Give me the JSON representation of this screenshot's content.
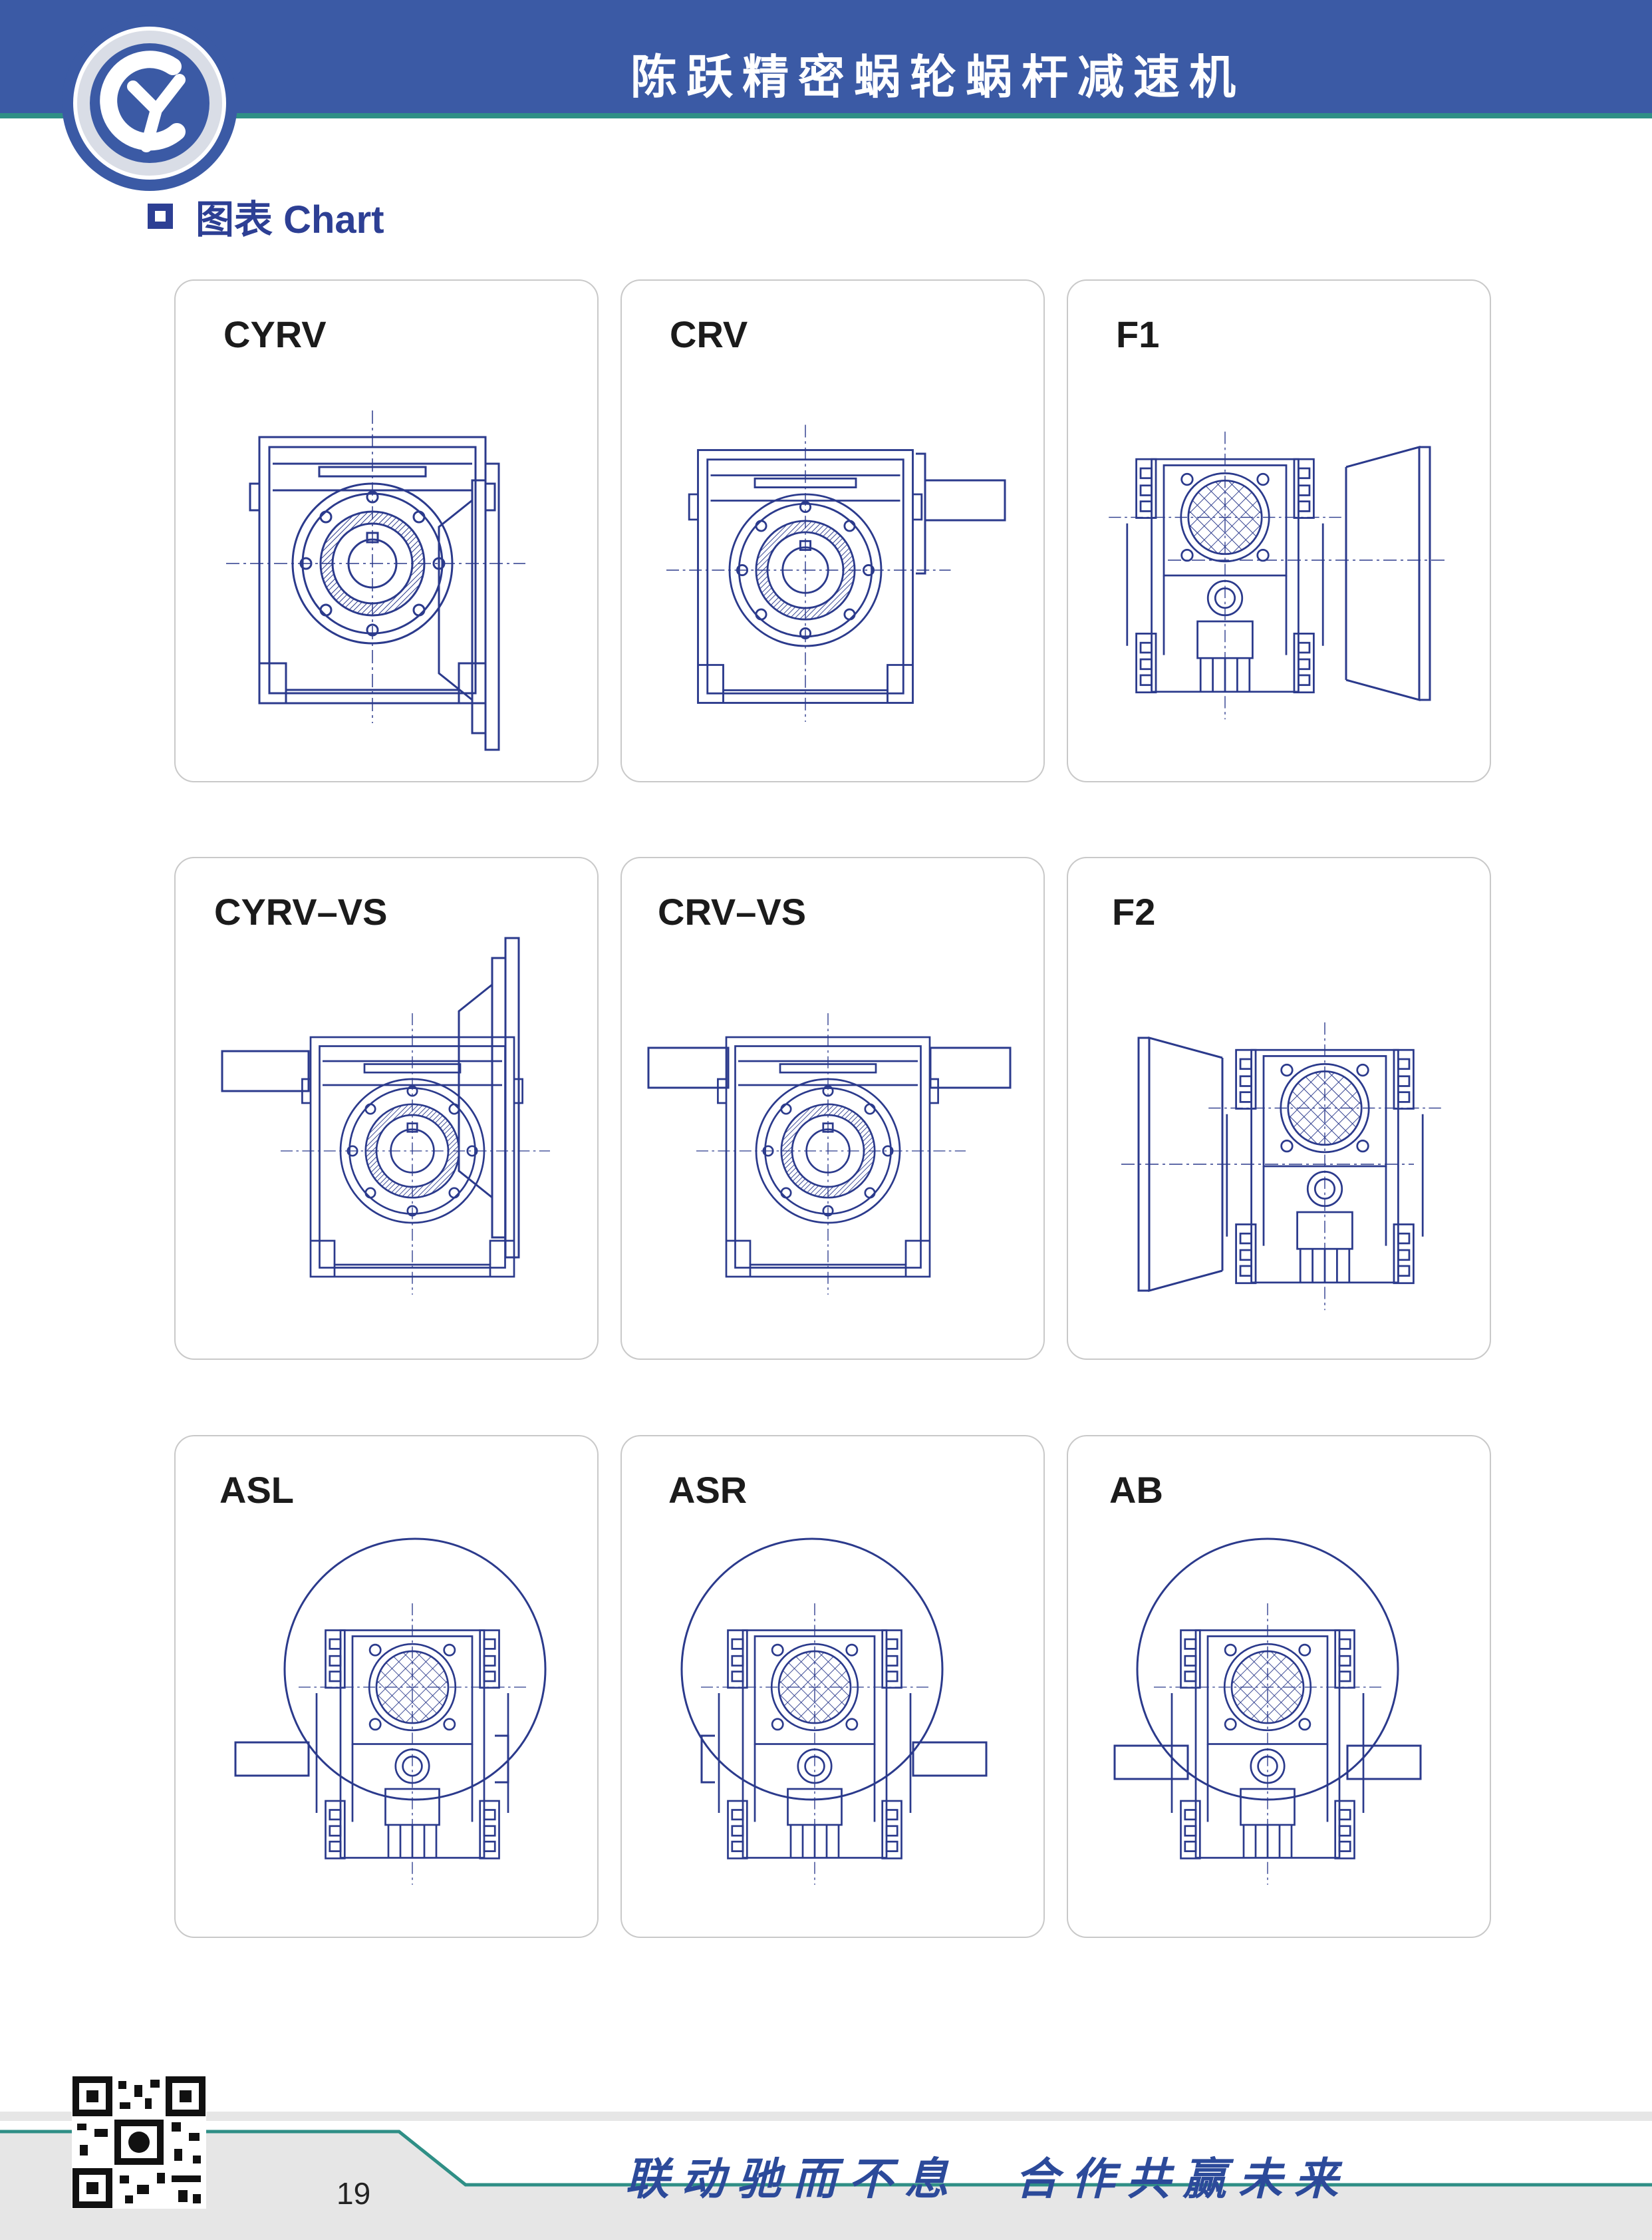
{
  "header": {
    "title": "陈跃精密蜗轮蜗杆减速机",
    "band_color": "#3b5aa5",
    "line_color": "#2f8f86"
  },
  "logo": {
    "icon": "cy-logo-icon"
  },
  "section": {
    "title": "图表 Chart"
  },
  "cards": [
    {
      "label": "CYRV"
    },
    {
      "label": "CRV"
    },
    {
      "label": "F1"
    },
    {
      "label": "CYRV–VS"
    },
    {
      "label": "CRV–VS"
    },
    {
      "label": "F2"
    },
    {
      "label": "ASL"
    },
    {
      "label": "ASR"
    },
    {
      "label": "AB"
    }
  ],
  "footer": {
    "slogan": "联动驰而不息  合作共赢未来",
    "page_number": "19",
    "qr_icon": "qr-code-icon"
  },
  "colors": {
    "drawing": "#2b3a8c",
    "accent": "#2d3f94"
  }
}
